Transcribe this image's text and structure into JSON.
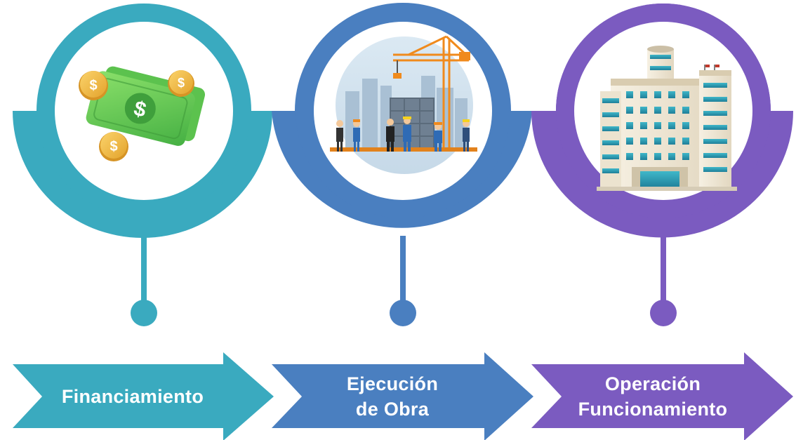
{
  "stages": [
    {
      "id": "financiamiento",
      "label_lines": [
        "Financiamiento"
      ],
      "color": "#3aaabf",
      "icon": "money-bills-coins-icon"
    },
    {
      "id": "ejecucion",
      "label_lines": [
        "Ejecución",
        "de Obra"
      ],
      "color": "#4a7fc0",
      "icon": "construction-site-icon"
    },
    {
      "id": "operacion",
      "label_lines": [
        "Operación",
        "Funcionamiento"
      ],
      "color": "#7b5bc0",
      "icon": "office-building-icon"
    }
  ],
  "money_symbol": "$"
}
